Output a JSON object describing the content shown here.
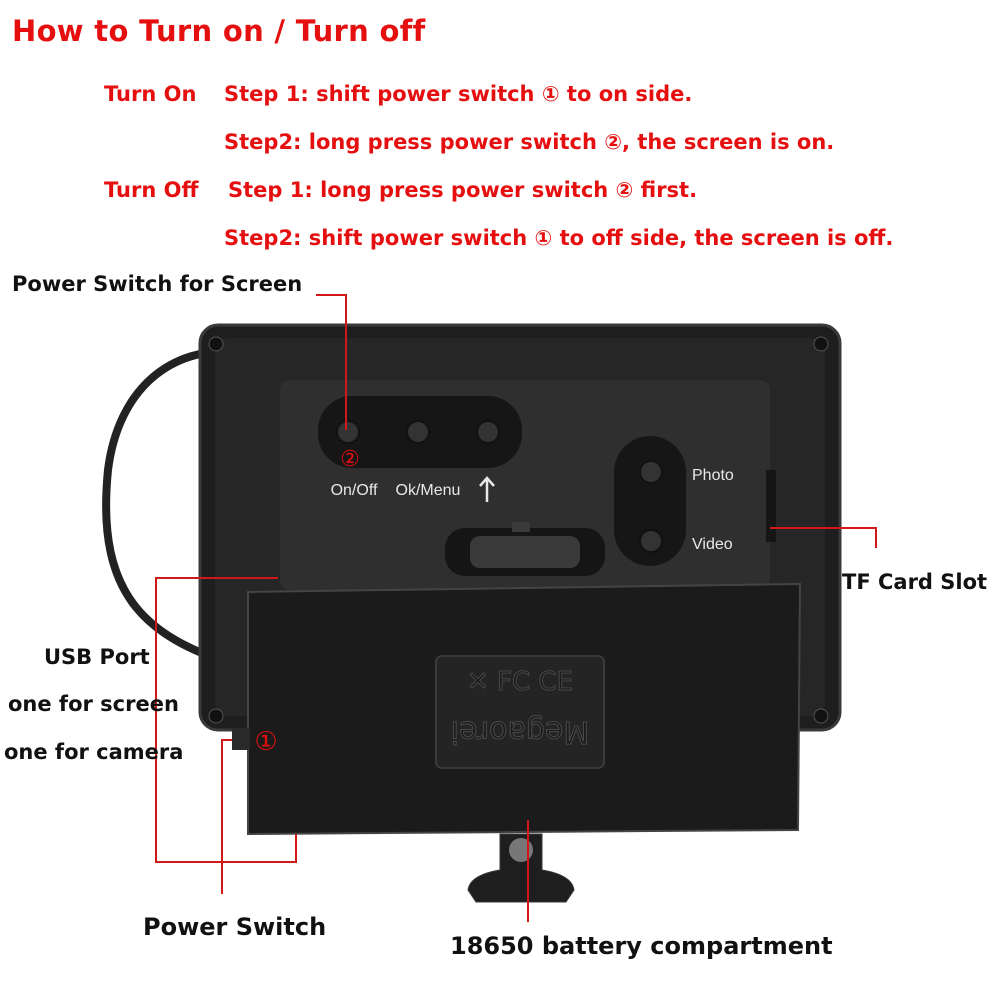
{
  "title": "How to Turn on / Turn off",
  "instructions": {
    "turn_on": {
      "label": "Turn On",
      "step1": "Step 1: shift power switch ① to on side.",
      "step2": "Step2: long press power switch ②, the screen is on."
    },
    "turn_off": {
      "label": "Turn Off",
      "step1": "Step 1: long press power switch ② first.",
      "step2": "Step2:  shift power switch ① to off side, the screen is off."
    }
  },
  "callouts": {
    "power_switch_screen": "Power Switch for Screen",
    "tf_card_slot": "TF Card Slot",
    "usb_port": "USB Port",
    "usb_port_line2": "one for screen",
    "usb_port_line3": "one for camera",
    "power_switch": "Power Switch",
    "battery": "18650 battery compartment"
  },
  "device": {
    "button_labels": {
      "on_off": "On/Off",
      "ok_menu": "Ok/Menu",
      "photo": "Photo",
      "video": "Video"
    },
    "markers": {
      "switch_1": "①",
      "switch_2": "②"
    },
    "brand_mirrored": "Megaorei"
  },
  "colors": {
    "accent_red": "#e60f0f",
    "device_body": "#1c1c1c",
    "callout_line": "#d01818"
  }
}
